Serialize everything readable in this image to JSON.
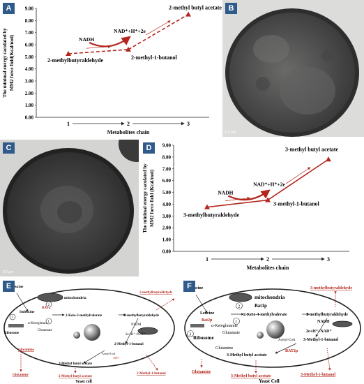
{
  "panels": {
    "A": "A",
    "B": "B",
    "C": "C",
    "D": "D",
    "E": "E",
    "F": "F"
  },
  "micrograph": {
    "scale_b": "0.2 μm",
    "scale_c": "0.2 μm"
  },
  "chart_data": [
    {
      "type": "line",
      "panel": "A",
      "ylabel_line1": "The minimal energy caculated by",
      "ylabel_line2": "MM2 force field(Kcal/mol)",
      "xlabel": "Metabolites chain",
      "ylim": [
        0,
        9
      ],
      "yticks": [
        "0.00",
        "1.00",
        "2.00",
        "3.00",
        "4.00",
        "5.00",
        "6.00",
        "7.00",
        "8.00",
        "9.00"
      ],
      "categories": [
        "1",
        "2",
        "3"
      ],
      "values": [
        5.25,
        5.6,
        8.5
      ],
      "point_labels": [
        "2-methylbutyraldehyde",
        "2-methyl-1-butanol",
        "2-methyl butyl acetate"
      ],
      "annotations": {
        "cofactor_in": "NADH",
        "cofactor_out": "NAD⁺+H⁺+2e"
      },
      "line_color": "#b3261e"
    },
    {
      "type": "line",
      "panel": "D",
      "ylabel_line1": "The minimal energy caculated by",
      "ylabel_line2": "MM2 force field (Kcal/mol)",
      "xlabel": "Metabolites chain",
      "ylim": [
        0,
        9
      ],
      "yticks": [
        "0.00",
        "1.00",
        "2.00",
        "3.00",
        "4.00",
        "5.00",
        "6.00",
        "7.00",
        "8.00",
        "9.00"
      ],
      "categories": [
        "1",
        "2",
        "3"
      ],
      "values": [
        3.75,
        4.35,
        7.8
      ],
      "point_labels": [
        "3-methylbutyraldehyde",
        "3-methyl-1-butanol",
        "3-methyl butyl acetate"
      ],
      "annotations": {
        "cofactor_in": "NADH",
        "cofactor_out": "NAD⁺+H⁺+2e"
      },
      "line_color": "#b3261e"
    }
  ],
  "diagram_e": {
    "isoleucine": "Isoleucine",
    "mitochondria": "mitochondria",
    "isoleucine_in": "Isoleucine",
    "bat2": "BAT2",
    "keto": "2-Keto-3-methylvalerate",
    "aldehyde_in": "2-methylbutyraldehyde",
    "aldehyde_out": "2-methylbutyraldehyde",
    "akg": "α-Ketoglutarate",
    "glutamate": "Glutamate",
    "ribosome": "Ribosome",
    "nadh": "NADH",
    "nad": "2e+H⁺+NAD⁺",
    "butanol": "2-Methyl-1-butanol",
    "glutamine": "Glutamine",
    "acetyl": "Acetyl-CoA",
    "atf1": "ATF1",
    "acetate": "2-Methyl butyl acetate",
    "glutamine_out": "Glutamine",
    "acetate_out": "2-Methyl butyl acetate",
    "butanol_out": "2-Methyl-1-butanol",
    "cell": "Yeast cell",
    "n1": "1",
    "n2": "2",
    "n3": "3"
  },
  "diagram_f": {
    "leucine": "Leucine",
    "mitochondria": "mitochondria",
    "aldehyde_out": "3-methylbutyraldehyde",
    "bat1p": "Bat1p",
    "leucine_in": "Leucine",
    "bat2p": "Bat2p",
    "keto": "2-Keto-4-methylvalerate",
    "aldehyde_in": "3-methylbutyraldehyde",
    "akg": "α-Ketoglutarate",
    "glutamate": "Glutamate",
    "ribosome": "Ribosome",
    "nadh": "NADH",
    "nad": "2e+H⁺+NAD⁺",
    "butanol": "3-Methyl-1-butanol",
    "glutamine": "Glutamine",
    "acetyl": "Acetyl-CoA",
    "bat2p_b": "BAT2p",
    "acetate": "3-Methyl butyl acetate",
    "glutamine_out": "Glutamine",
    "acetate_out": "3-Methyl butyl acetate",
    "butanol_out": "3-Methyl-1-butanol",
    "cell": "Yeast Cell",
    "n1": "1",
    "n2": "2",
    "n3": "3"
  }
}
